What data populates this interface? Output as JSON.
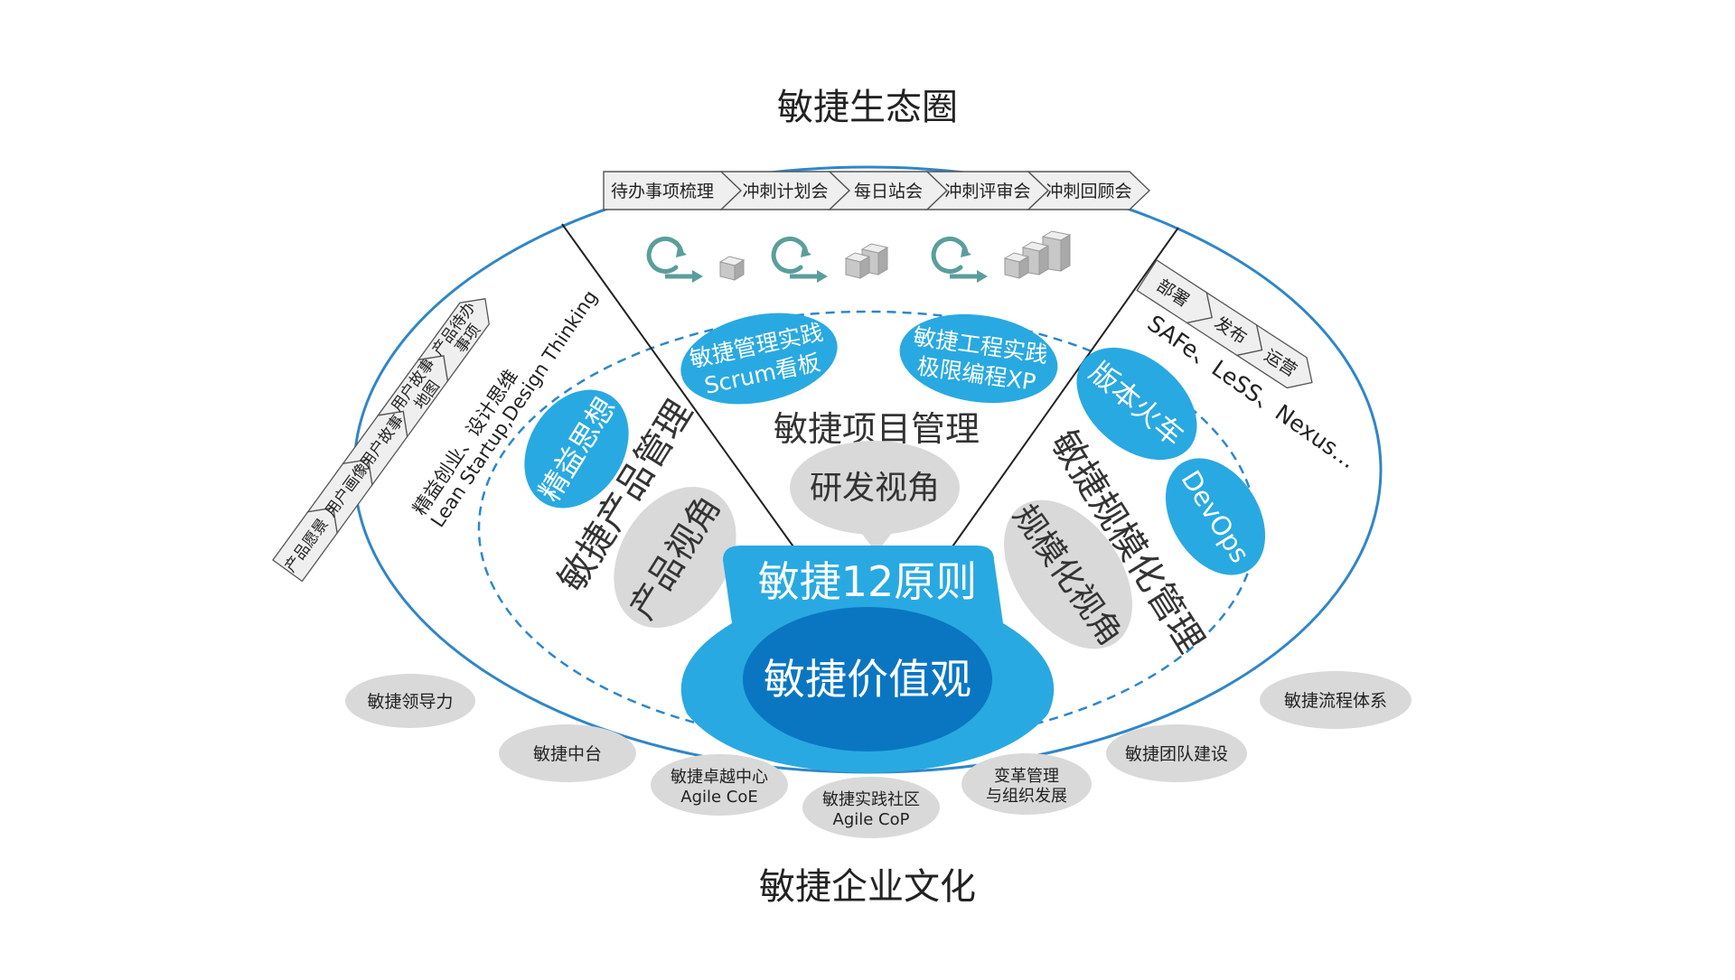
{
  "title": "敏捷生态圈",
  "footer_title": "敏捷企业文化",
  "colors": {
    "primary_blue": "#29a9e1",
    "deep_blue": "#0a76c2",
    "ellipse_blue": "#2f86c9",
    "gray_pill": "#d9d9d9",
    "text_dark": "#333333",
    "cycle_teal": "#5a9e9b"
  },
  "ceremony_chain": [
    "待办事项梳理",
    "冲刺计划会",
    "每日站会",
    "冲刺评审会",
    "冲刺回顾会"
  ],
  "product_chain": [
    "产品愿景",
    "用户画像",
    "用户故事",
    "用户故事地图",
    "产品待办事项"
  ],
  "product_chain_wrapped": {
    "story_map_line1": "用户故事",
    "story_map_line2": "地图",
    "backlog_line1": "产品待办",
    "backlog_line2": "事项"
  },
  "release_chain": [
    "部署",
    "发布",
    "运营"
  ],
  "iteration_icons": [
    "cycle-arrow-icon",
    "cube-small-icon",
    "cycle-arrow-icon",
    "cube-medium-icon",
    "cycle-arrow-icon",
    "cube-large-icon"
  ],
  "sections": {
    "product": {
      "title": "敏捷产品管理",
      "methods_line1": "精益创业、设计思维",
      "methods_line2": "Lean Startup,Design Thinking",
      "bubble": "精益思想",
      "view": "产品视角"
    },
    "project": {
      "title": "敏捷项目管理",
      "bubble1_line1": "敏捷管理实践",
      "bubble1_line2": "Scrum看板",
      "bubble2_line1": "敏捷工程实践",
      "bubble2_line2": "极限编程XP",
      "view": "研发视角"
    },
    "scale": {
      "title": "敏捷规模化管理",
      "frameworks": "SAFe、LeSS、Nexus…",
      "bubble1": "版本火车",
      "bubble2": "DevOps",
      "view": "规模化视角"
    }
  },
  "core": {
    "principles": "敏捷12原则",
    "values": "敏捷价值观"
  },
  "culture_items": [
    {
      "line1": "敏捷领导力",
      "line2": ""
    },
    {
      "line1": "敏捷中台",
      "line2": ""
    },
    {
      "line1": "敏捷卓越中心",
      "line2": "Agile CoE"
    },
    {
      "line1": "敏捷实践社区",
      "line2": "Agile CoP"
    },
    {
      "line1": "变革管理",
      "line2": "与组织发展"
    },
    {
      "line1": "敏捷团队建设",
      "line2": ""
    },
    {
      "line1": "敏捷流程体系",
      "line2": ""
    }
  ]
}
